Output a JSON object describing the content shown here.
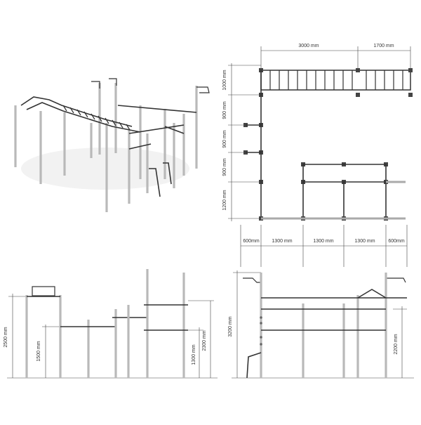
{
  "dimensions": {
    "top_width_1": "3000 mm",
    "top_width_2": "1700 mm",
    "plan_depth_1": "1000 mm",
    "plan_depth_2": "900 mm",
    "plan_depth_3": "900 mm",
    "plan_depth_4": "900 mm",
    "plan_depth_5": "1200 mm",
    "bottom_width_1": "600mm",
    "bottom_width_2": "1300 mm",
    "bottom_width_3": "1300 mm",
    "bottom_width_4": "1300 mm",
    "bottom_width_5": "600mm",
    "front_height_1": "2500 mm",
    "front_height_2": "1500 mm",
    "front_height_3": "1300 mm",
    "front_height_4": "2300 mm",
    "side_height_1": "3200 mm",
    "side_height_2": "2200 mm"
  },
  "colors": {
    "post": "#b9b9b9",
    "bar": "#333333",
    "dimension": "#444444"
  }
}
